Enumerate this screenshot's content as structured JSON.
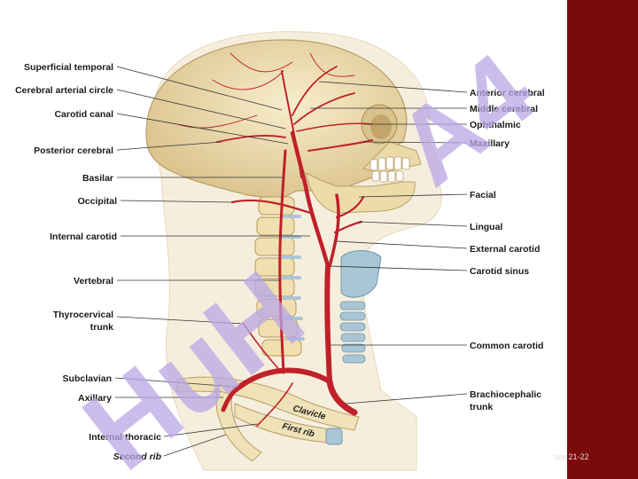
{
  "labels_left": [
    {
      "key": "superficial_temporal",
      "text": "Superficial temporal"
    },
    {
      "key": "cerebral_arterial_circle",
      "text": "Cerebral arterial circle"
    },
    {
      "key": "carotid_canal",
      "text": "Carotid canal"
    },
    {
      "key": "posterior_cerebral",
      "text": "Posterior cerebral"
    },
    {
      "key": "basilar",
      "text": "Basilar"
    },
    {
      "key": "occipital",
      "text": "Occipital"
    },
    {
      "key": "internal_carotid",
      "text": "Internal carotid"
    },
    {
      "key": "vertebral",
      "text": "Vertebral"
    },
    {
      "key": "thyrocervical_1",
      "text": "Thyrocervical"
    },
    {
      "key": "thyrocervical_2",
      "text": "trunk"
    },
    {
      "key": "subclavian",
      "text": "Subclavian"
    },
    {
      "key": "axillary",
      "text": "Axillary"
    },
    {
      "key": "internal_thoracic",
      "text": "Internal thoracic"
    },
    {
      "key": "second_rib",
      "text": "Second rib"
    }
  ],
  "labels_right": [
    {
      "key": "anterior_cerebral",
      "text": "Anterior cerebral"
    },
    {
      "key": "middle_cerebral",
      "text": "Middle cerebral"
    },
    {
      "key": "ophthalmic",
      "text": "Ophthalmic"
    },
    {
      "key": "maxillary",
      "text": "Maxillary"
    },
    {
      "key": "facial",
      "text": "Facial"
    },
    {
      "key": "lingual",
      "text": "Lingual"
    },
    {
      "key": "external_carotid",
      "text": "External carotid"
    },
    {
      "key": "carotid_sinus",
      "text": "Carotid sinus"
    },
    {
      "key": "common_carotid",
      "text": "Common carotid"
    },
    {
      "key": "brachiocephalic_1",
      "text": "Brachiocephalic"
    },
    {
      "key": "brachiocephalic_2",
      "text": "trunk"
    }
  ],
  "bone_labels": {
    "clavicle": "Clavicle",
    "first_rib": "First rib"
  },
  "watermark": {
    "top": "A4",
    "bottom": "HuH"
  },
  "caption": "ure 21-22",
  "colors": {
    "sidebar": "#7a0a0a",
    "artery": "#c0202a",
    "bone": "#efe2b8",
    "skin": "#f6eedd",
    "cartilage": "#a8c6d6",
    "watermark": "#b9a7e6"
  }
}
